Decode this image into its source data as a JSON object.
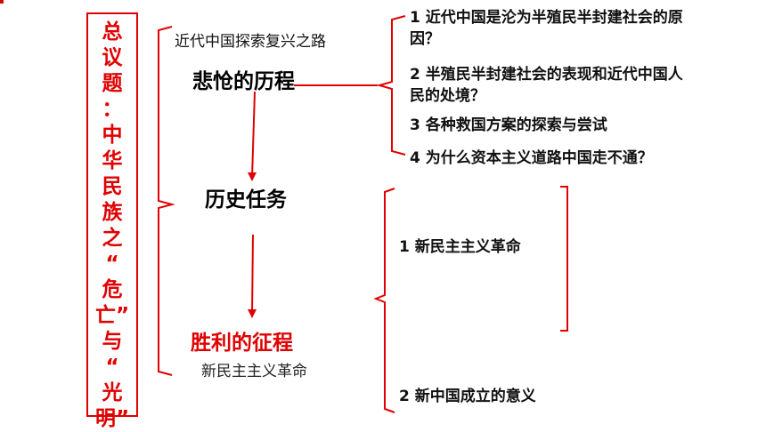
{
  "title": {
    "text": "总\n议\n题\n：\n中\n华\n民\n族\n之\n“\n危\n亡”\n与\n“\n光\n明”"
  },
  "subtitle": "近代中国探索复兴之路",
  "stages": [
    {
      "label": "悲怆的历程",
      "color": "#000000"
    },
    {
      "label": "历史任务",
      "color": "#000000"
    },
    {
      "label": "胜利的征程",
      "color": "#e00000"
    }
  ],
  "answer": "新民主主义革命",
  "questions": [
    {
      "line1": "1 近代中国是沦为半殖民半封建社会的原",
      "line2": "因？"
    },
    {
      "line1": "2 半殖民半封建社会的表现和近代中国人",
      "line2": "民的处境？"
    },
    {
      "line1": "3  各种救国方案的探索与尝试",
      "line2": ""
    },
    {
      "line1": "4 为什么资本主义道路中国走不通？",
      "line2": ""
    }
  ],
  "topics": [
    {
      "label": "1  新民主主义革命"
    },
    {
      "label": "2 新中国成立的意义"
    }
  ],
  "colors": {
    "accent": "#e00000"
  }
}
